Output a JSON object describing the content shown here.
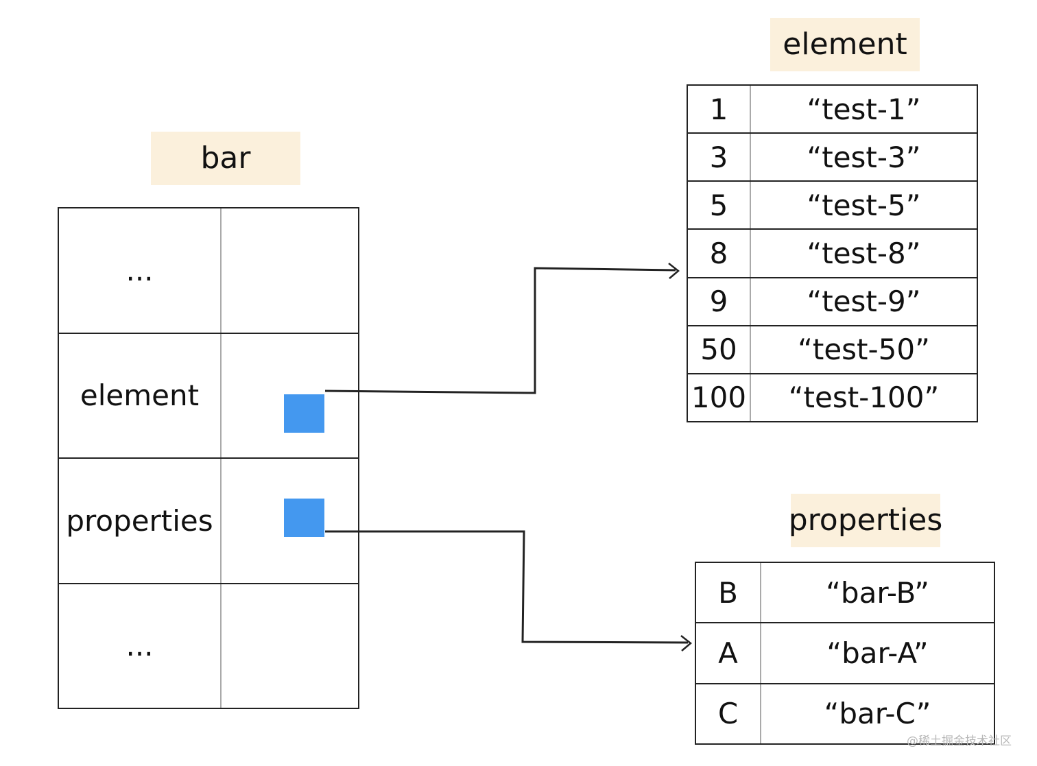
{
  "bar": {
    "title": "bar",
    "rows": [
      {
        "key": "...",
        "has_pointer": false
      },
      {
        "key": "element",
        "has_pointer": true
      },
      {
        "key": "properties",
        "has_pointer": true
      },
      {
        "key": "...",
        "has_pointer": false
      }
    ]
  },
  "element": {
    "title": "element",
    "rows": [
      {
        "key": "1",
        "value": "“test-1”"
      },
      {
        "key": "3",
        "value": "“test-3”"
      },
      {
        "key": "5",
        "value": "“test-5”"
      },
      {
        "key": "8",
        "value": "“test-8”"
      },
      {
        "key": "9",
        "value": "“test-9”"
      },
      {
        "key": "50",
        "value": "“test-50”"
      },
      {
        "key": "100",
        "value": "“test-100”"
      }
    ]
  },
  "properties": {
    "title": "properties",
    "rows": [
      {
        "key": "B",
        "value": "“bar-B”"
      },
      {
        "key": "A",
        "value": "“bar-A”"
      },
      {
        "key": "C",
        "value": "“bar-C”"
      }
    ]
  },
  "colors": {
    "label_bg": "#fbf0dc",
    "pointer": "#4498ef",
    "line": "#222222"
  },
  "watermark": "@稀土掘金技术社区"
}
